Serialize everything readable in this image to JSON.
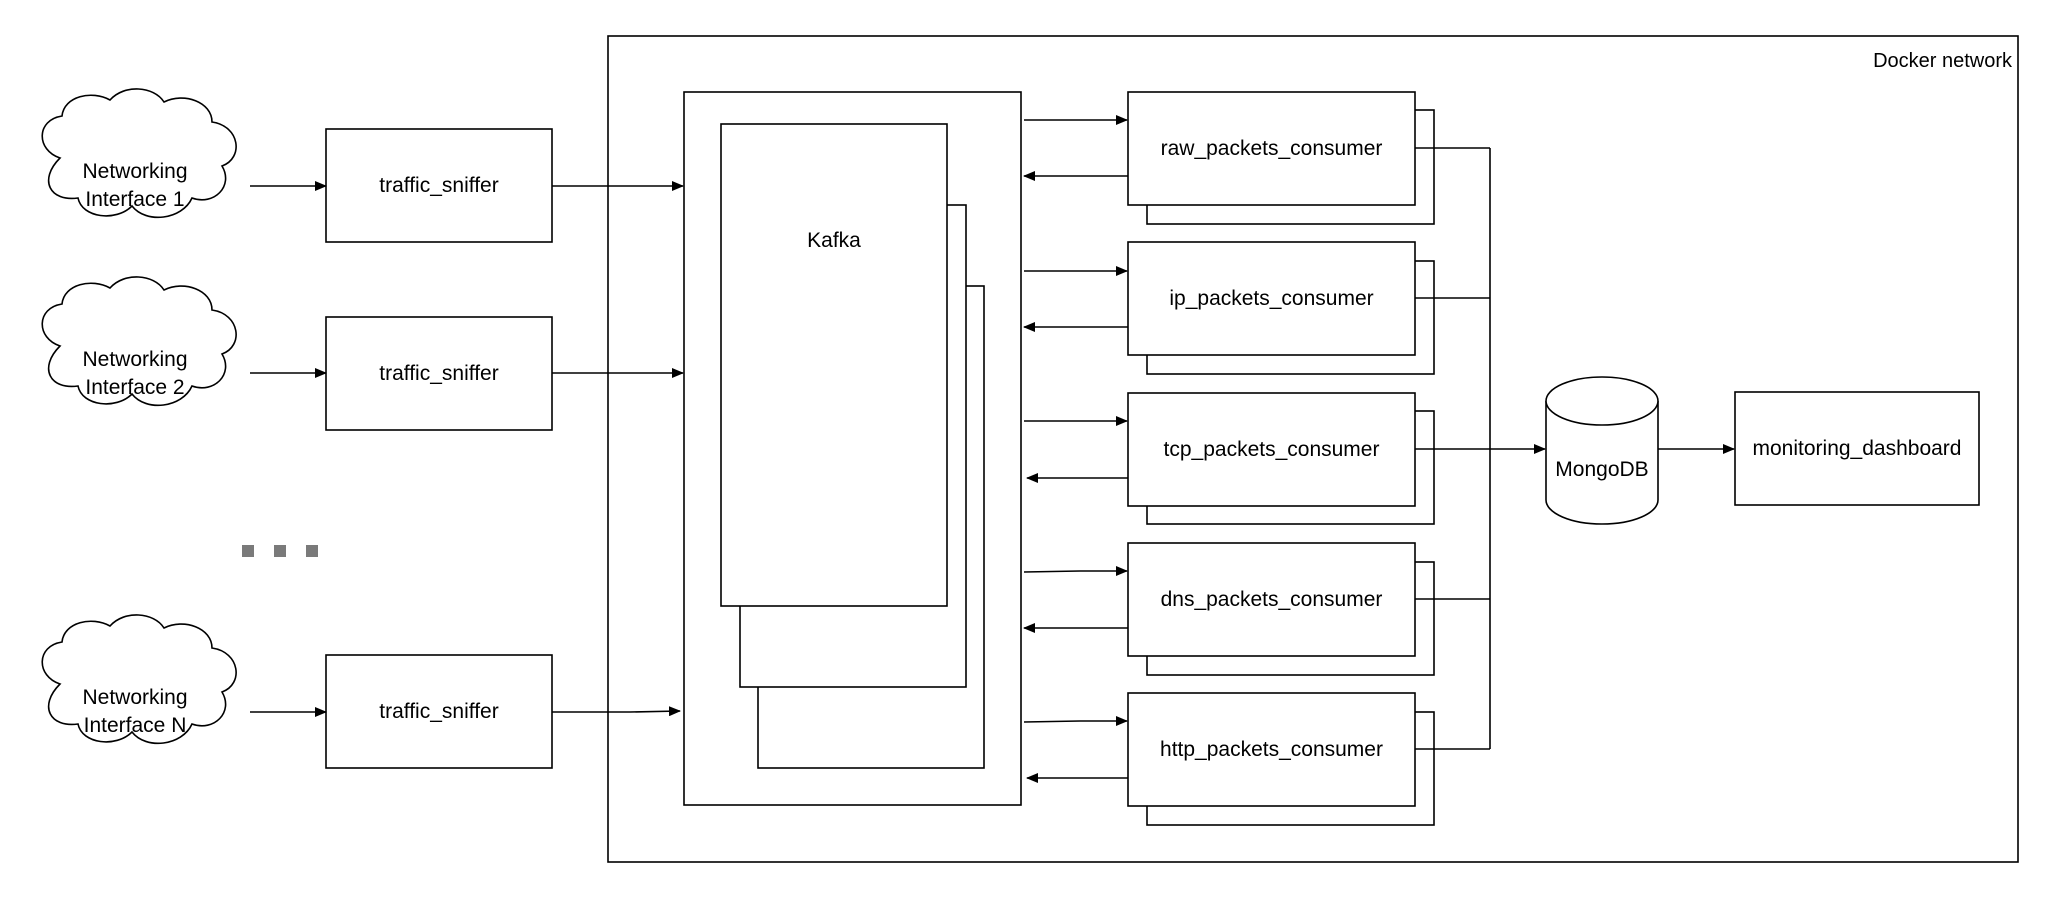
{
  "docker_network": {
    "label": "Docker network"
  },
  "interfaces": [
    {
      "line1": "Networking",
      "line2": "Interface 1"
    },
    {
      "line1": "Networking",
      "line2": "Interface 2"
    },
    {
      "line1": "Networking",
      "line2": "Interface N"
    }
  ],
  "sniffers": [
    {
      "label": "traffic_sniffer"
    },
    {
      "label": "traffic_sniffer"
    },
    {
      "label": "traffic_sniffer"
    }
  ],
  "kafka": {
    "label": "Kafka"
  },
  "consumers": [
    {
      "label": "raw_packets_consumer"
    },
    {
      "label": "ip_packets_consumer"
    },
    {
      "label": "tcp_packets_consumer"
    },
    {
      "label": "dns_packets_consumer"
    },
    {
      "label": "http_packets_consumer"
    }
  ],
  "database": {
    "label": "MongoDB"
  },
  "dashboard": {
    "label": "monitoring_dashboard"
  },
  "colors": {
    "stroke": "#000000",
    "ellipsis": "#7a7a7a",
    "background": "#ffffff"
  }
}
